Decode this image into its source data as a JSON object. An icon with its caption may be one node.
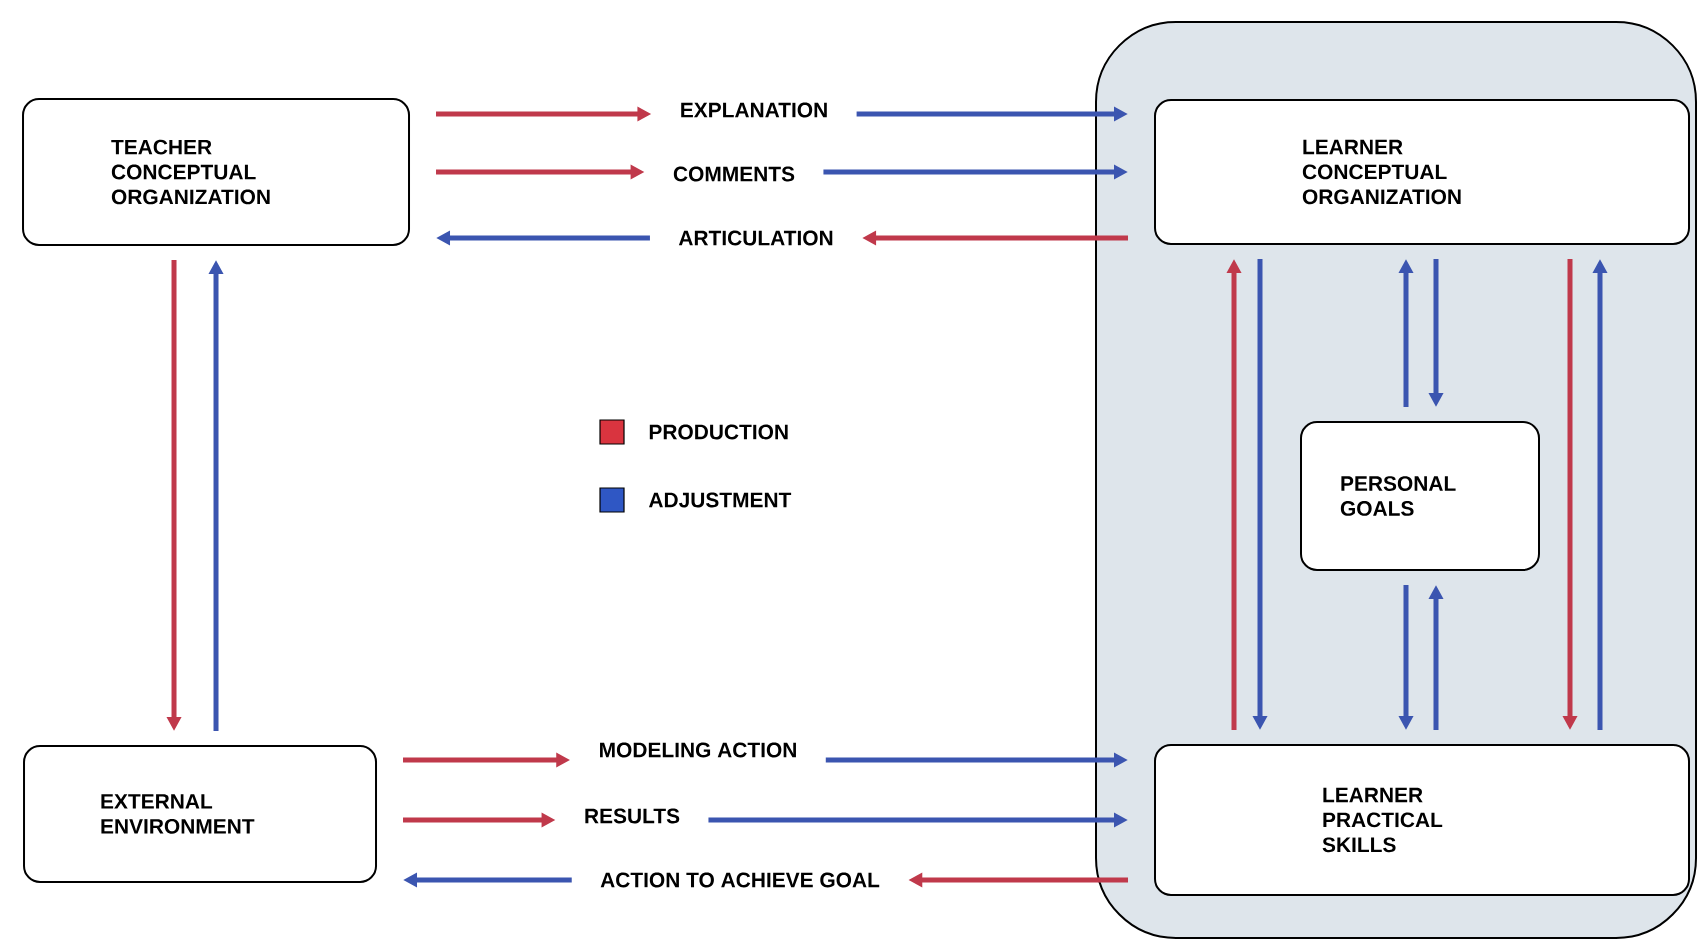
{
  "diagram": {
    "nodes": [
      {
        "text": [
          "TEACHER CONCEPTUAL ORGANIZATION"
        ]
      },
      {
        "text": [
          "EXPLANATION"
        ]
      },
      {
        "text": [
          "COMMENTS"
        ]
      },
      {
        "text": [
          "ARTICULATION"
        ]
      },
      {
        "text": [],
        "shape": "box"
      },
      {
        "text": [
          "LEARNER CONCEPTUAL ORGANIZATION"
        ],
        "in": 4
      },
      {
        "text": [
          "PERSONAL GOALS"
        ],
        "in": 4
      },
      {
        "text": [
          "LEARNER PRACTICAL SKILLS"
        ],
        "in": 4
      },
      {
        "text": [
          "EXTERNAL ENVIRONMENT"
        ]
      },
      {
        "text": [
          "MODELING ACTION"
        ]
      },
      {
        "text": [
          "RESULTS"
        ]
      },
      {
        "text": [
          "ACTION TO ACHIEVE GOAL"
        ]
      }
    ],
    "edges": [
      {
        "from": 0,
        "to": 1,
        "arrow": "to",
        "color": "#c0394b"
      },
      {
        "from": 1,
        "to": 5,
        "arrow": "to",
        "color": "#3b55b0"
      },
      {
        "from": 0,
        "to": 2,
        "arrow": "to",
        "color": "#c0394b"
      },
      {
        "from": 2,
        "to": 5,
        "arrow": "to",
        "color": "#3b55b0"
      },
      {
        "from": 5,
        "to": 3,
        "arrow": "to",
        "color": "#c0394b"
      },
      {
        "from": 3,
        "to": 0,
        "arrow": "to",
        "color": "#3b55b0"
      },
      {
        "from": 0,
        "to": 8,
        "arrow": "to",
        "color": "#c0394b"
      },
      {
        "from": 8,
        "to": 0,
        "arrow": "to",
        "color": "#3b55b0"
      },
      {
        "from": 7,
        "to": 5,
        "arrow": "to",
        "color": "#c0394b"
      },
      {
        "from": 5,
        "to": 7,
        "arrow": "to",
        "color": "#3b55b0"
      },
      {
        "from": 6,
        "to": 5,
        "arrow": "to",
        "color": "#3b55b0"
      },
      {
        "from": 5,
        "to": 6,
        "arrow": "to",
        "color": "#3b55b0"
      },
      {
        "from": 6,
        "to": 7,
        "arrow": "to",
        "color": "#3b55b0"
      },
      {
        "from": 7,
        "to": 6,
        "arrow": "to",
        "color": "#3b55b0"
      },
      {
        "from": 5,
        "to": 7,
        "arrow": "to",
        "color": "#c0394b"
      },
      {
        "from": 7,
        "to": 5,
        "arrow": "to",
        "color": "#3b55b0"
      },
      {
        "from": 8,
        "to": 9,
        "arrow": "to",
        "color": "#c0394b"
      },
      {
        "from": 9,
        "to": 7,
        "arrow": "to",
        "color": "#3b55b0"
      },
      {
        "from": 8,
        "to": 10,
        "arrow": "to",
        "color": "#c0394b"
      },
      {
        "from": 10,
        "to": 7,
        "arrow": "to",
        "color": "#3b55b0"
      },
      {
        "from": 7,
        "to": 11,
        "arrow": "to",
        "color": "#c0394b"
      },
      {
        "from": 11,
        "to": 8,
        "arrow": "to",
        "color": "#3b55b0"
      }
    ],
    "legend": [
      {
        "text": "PRODUCTION",
        "color": "#d9343f"
      },
      {
        "text": "ADJUSTMENT",
        "color": "#2f57c4"
      }
    ]
  }
}
